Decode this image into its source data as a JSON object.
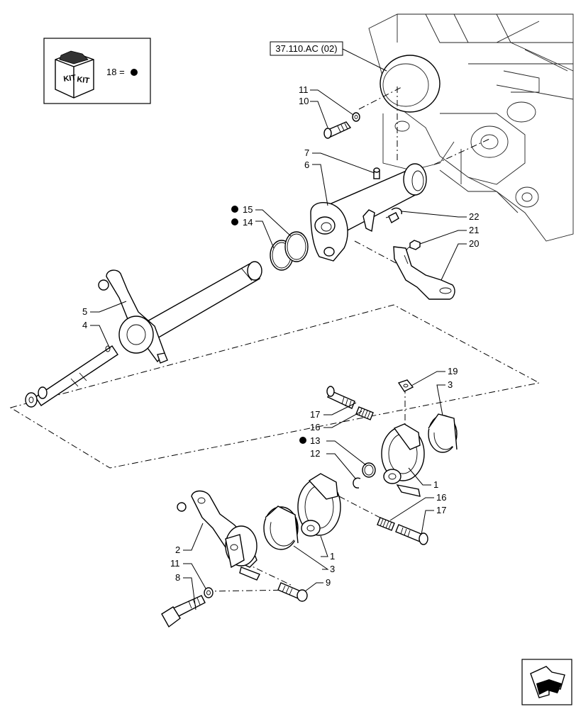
{
  "reference": {
    "text": "37.110.AC (02)"
  },
  "kit": {
    "badge_text": "KIT",
    "legend_text": "18 ="
  },
  "callouts": {
    "c1a": "1",
    "c1b": "1",
    "c2": "2",
    "c3a": "3",
    "c3b": "3",
    "c4": "4",
    "c5": "5",
    "c6": "6",
    "c7": "7",
    "c8": "8",
    "c9": "9",
    "c10": "10",
    "c11a": "11",
    "c11b": "11",
    "c12": "12",
    "c13": "13",
    "c14": "14",
    "c15": "15",
    "c16a": "16",
    "c16b": "16",
    "c17a": "17",
    "c17b": "17",
    "c19": "19",
    "c20": "20",
    "c21": "21",
    "c22": "22"
  },
  "kit_marked_items": [
    "13",
    "14",
    "15",
    "18"
  ],
  "icons": {
    "kit": "kit-box-icon",
    "nav": "navigation-arrow-icon",
    "dot": "kit-dot-icon"
  }
}
